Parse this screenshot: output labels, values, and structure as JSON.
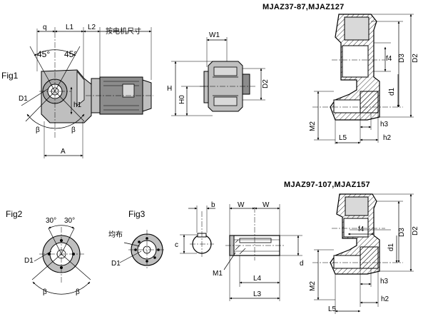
{
  "titles": {
    "top": "MJAZ37-87,MJAZ127",
    "bottom": "MJAZ97-107,MJAZ157"
  },
  "figures": {
    "fig1": "Fig1",
    "fig2": "Fig2",
    "fig3": "Fig3"
  },
  "fig1_labels": {
    "q": "q",
    "L1": "L1",
    "L2": "L2",
    "motor_note": "按电机尺寸",
    "angle_left": "45°",
    "angle_right": "45°",
    "D1": "D1",
    "h1": "h1",
    "beta_left": "β",
    "beta_right": "β",
    "A": "A"
  },
  "side_labels": {
    "W1": "W1",
    "H": "H",
    "H0": "H0",
    "D2": "D2"
  },
  "section_top_labels": {
    "D3": "D3",
    "D2": "D2",
    "f4": "f4",
    "d1": "d1",
    "M2": "M2",
    "h3": "h3",
    "L5": "L5",
    "h2": "h2"
  },
  "fig2_labels": {
    "angle_left": "30°",
    "angle_right": "30°",
    "D1": "D1",
    "beta_left": "β",
    "beta_right": "β"
  },
  "fig3_labels": {
    "uniform": "均布",
    "D1": "D1"
  },
  "shaft_labels": {
    "b": "b",
    "c": "c",
    "W_left": "W",
    "W_right": "W",
    "M1": "M1",
    "L4": "L4",
    "L3": "L3",
    "d": "d"
  },
  "section_bottom_labels": {
    "f4": "f4",
    "D3": "D3",
    "D2": "D2",
    "d1": "d1",
    "M2": "M2",
    "h3": "h3",
    "h2": "h2",
    "L5": "L5"
  }
}
